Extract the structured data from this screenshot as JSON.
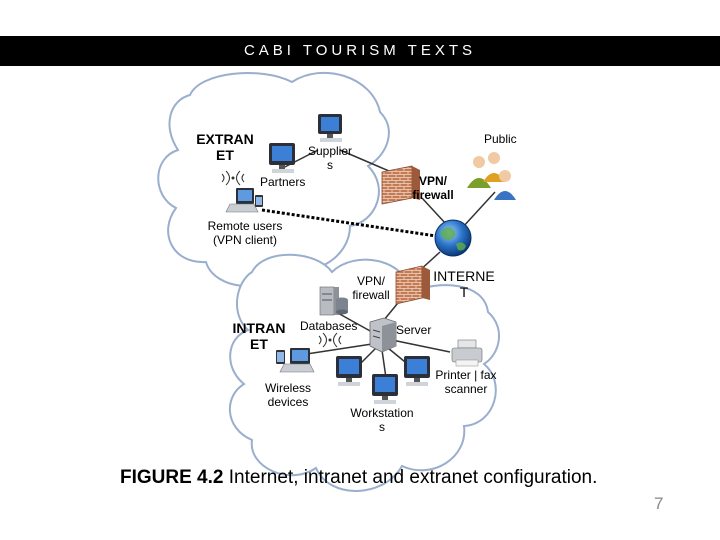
{
  "header": {
    "title": "CABI TOURISM TEXTS"
  },
  "diagram": {
    "labels": {
      "extranet": "EXTRAN\nET",
      "suppliers": "Supplier\ns",
      "partners": "Partners",
      "public": "Public",
      "vpn_firewall_top": "VPN/\nfirewall",
      "remote_users": "Remote users\n(VPN client)",
      "vpn_firewall_mid": "VPN/\nfirewall",
      "internet": "INTERNE\nT",
      "intranet": "INTRAN\nET",
      "databases": "Databases",
      "server": "Server",
      "printer": "Printer | fax\nscanner",
      "wireless": "Wireless\ndevices",
      "workstations": "Workstation\ns"
    }
  },
  "caption": {
    "figure_label": "FIGURE 4.2",
    "text": "Internet, intranet and extranet configuration."
  },
  "page_number": "7",
  "colors": {
    "title_bar": "#000000",
    "cloud_stroke": "#9aaecd",
    "globe": "#1a5fb4",
    "firewall": "#b96a45"
  }
}
